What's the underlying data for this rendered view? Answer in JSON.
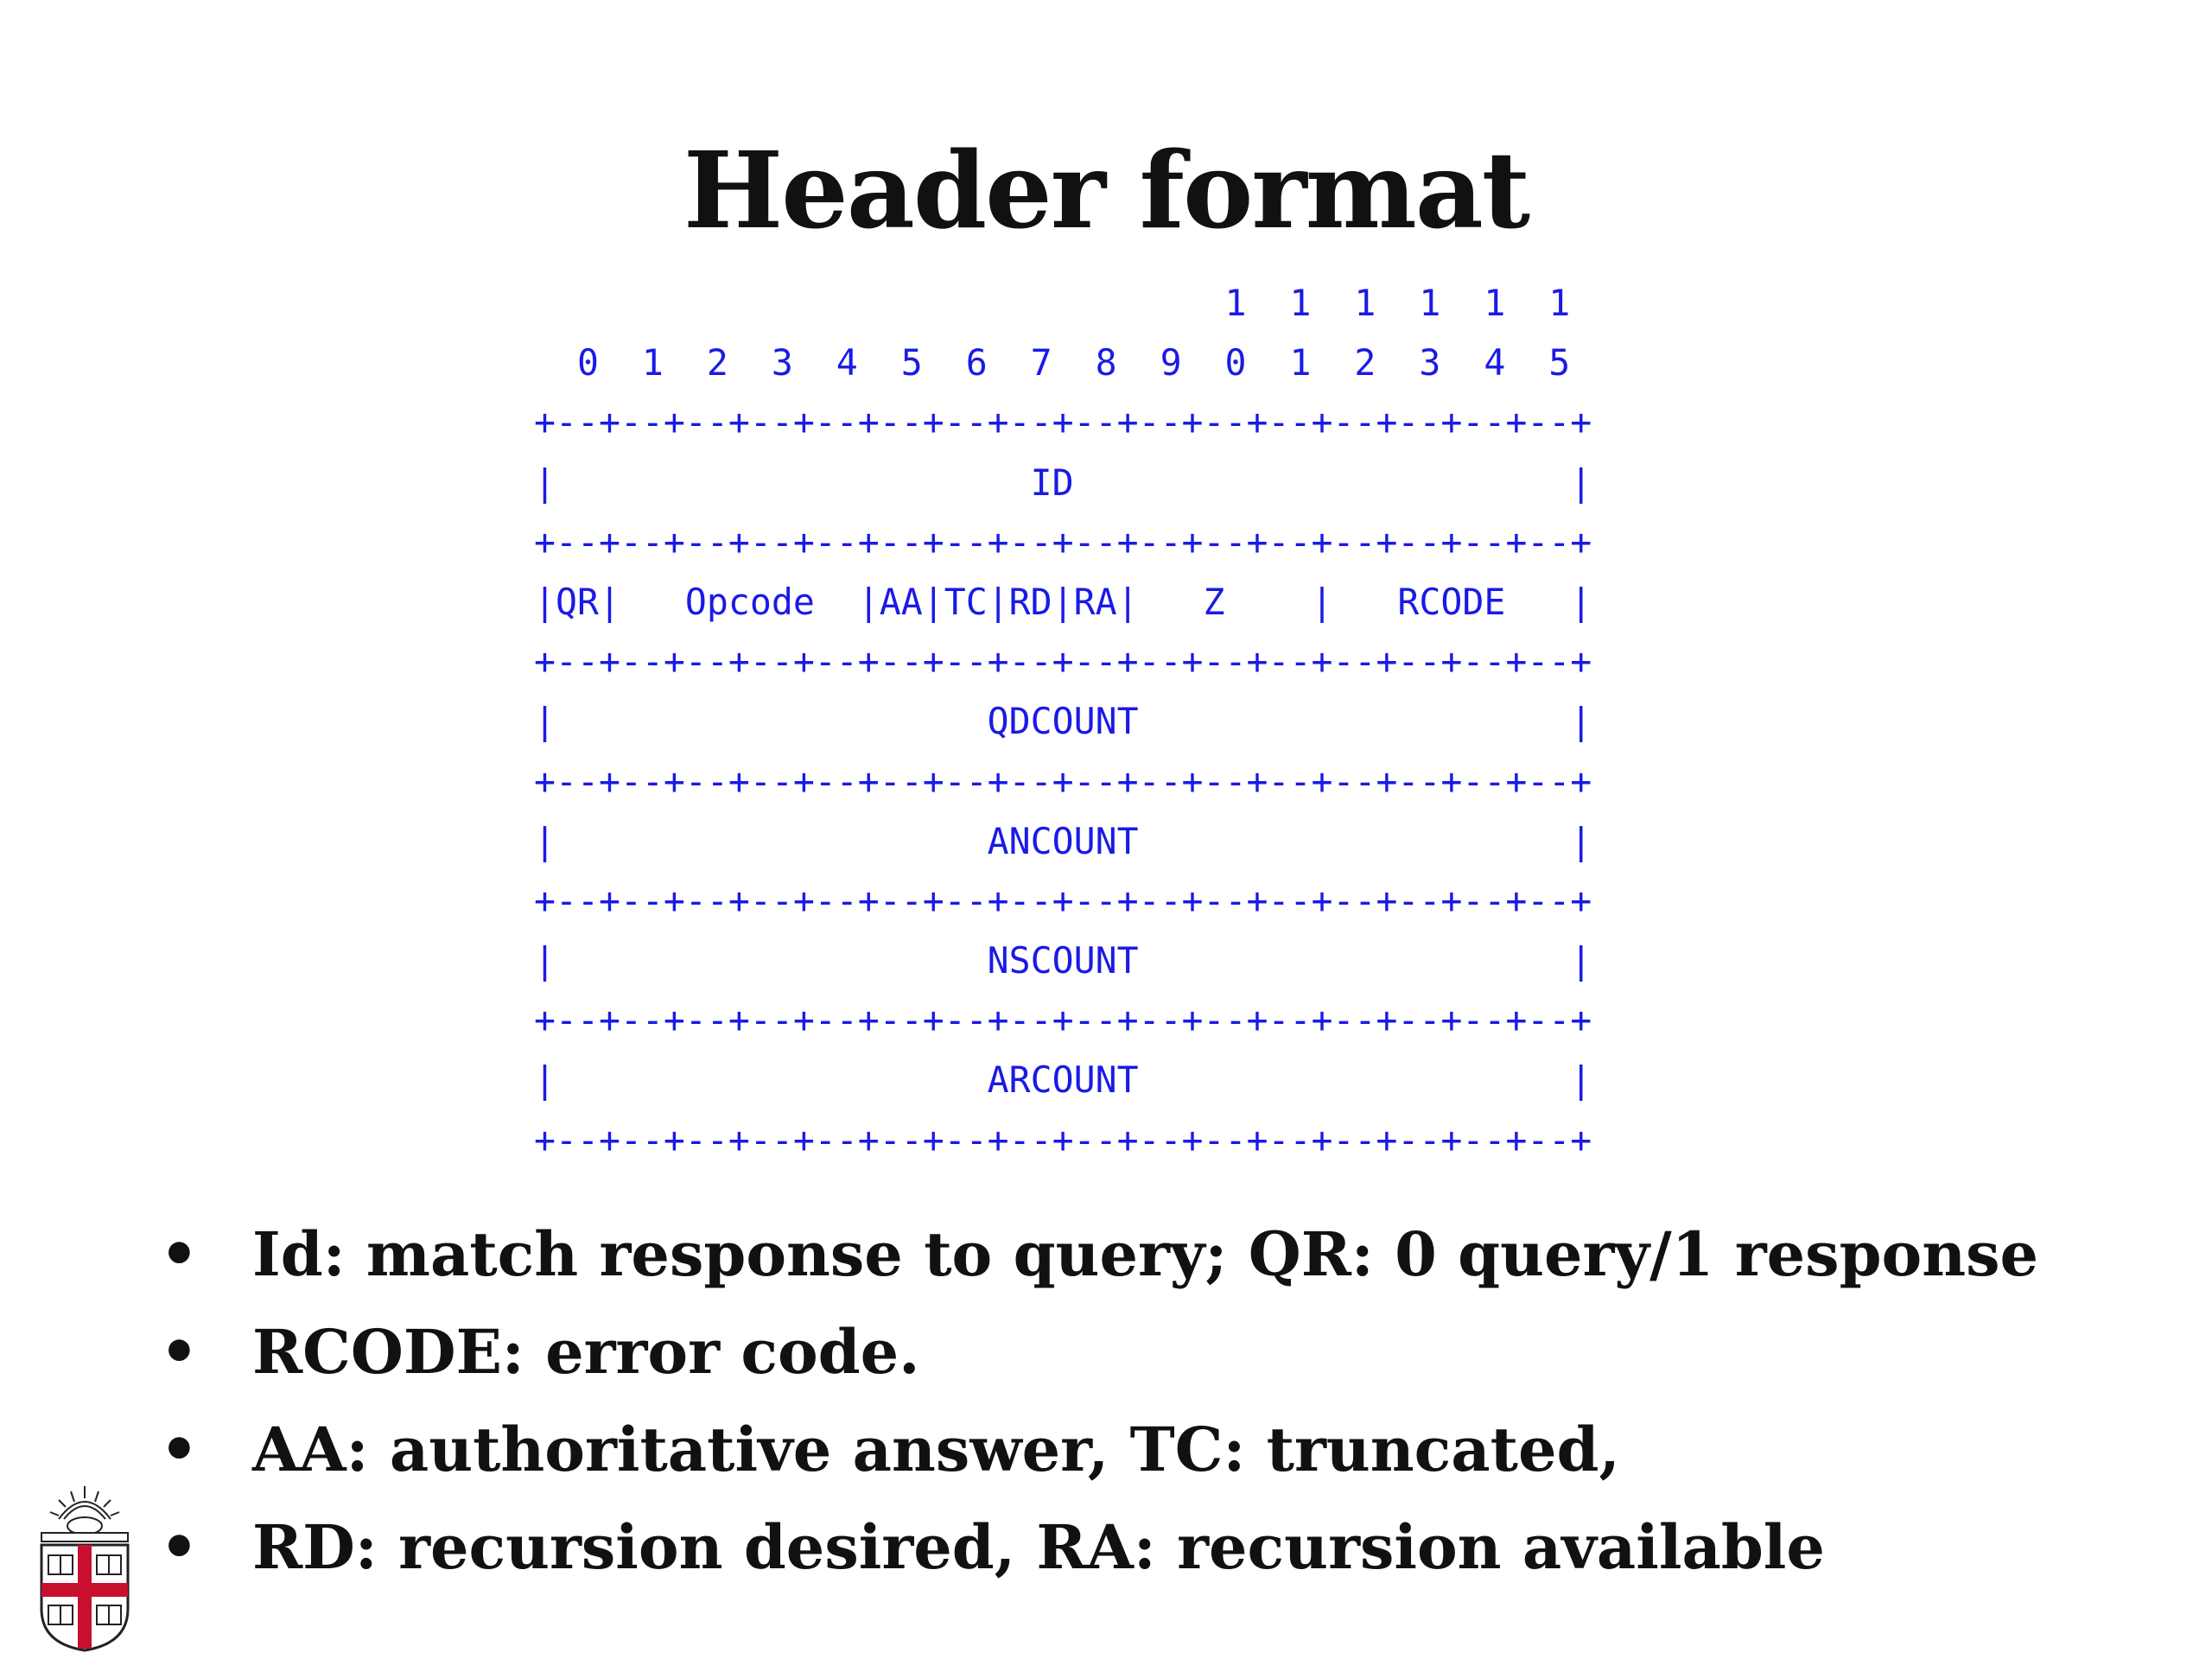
{
  "slide": {
    "title": "Header format"
  },
  "diagram": {
    "lines": [
      "                                1  1  1  1  1  1",
      "  0  1  2  3  4  5  6  7  8  9  0  1  2  3  4  5",
      "+--+--+--+--+--+--+--+--+--+--+--+--+--+--+--+--+",
      "|                      ID                       |",
      "+--+--+--+--+--+--+--+--+--+--+--+--+--+--+--+--+",
      "|QR|   Opcode  |AA|TC|RD|RA|   Z    |   RCODE   |",
      "+--+--+--+--+--+--+--+--+--+--+--+--+--+--+--+--+",
      "|                    QDCOUNT                    |",
      "+--+--+--+--+--+--+--+--+--+--+--+--+--+--+--+--+",
      "|                    ANCOUNT                    |",
      "+--+--+--+--+--+--+--+--+--+--+--+--+--+--+--+--+",
      "|                    NSCOUNT                    |",
      "+--+--+--+--+--+--+--+--+--+--+--+--+--+--+--+--+",
      "|                    ARCOUNT                    |",
      "+--+--+--+--+--+--+--+--+--+--+--+--+--+--+--+--+"
    ],
    "color": "#1a1ae6"
  },
  "bullets": [
    "Id: match response to query; QR: 0 query/1 response",
    "RCODE: error code.",
    "AA: authoritative answer, TC: truncated,",
    "RD: recursion desired, RA: recursion available"
  ],
  "bullet_symbol": "•",
  "logo": {
    "icon": "university-shield-logo",
    "colors": {
      "cross": "#c8102e",
      "outline": "#222222"
    }
  }
}
